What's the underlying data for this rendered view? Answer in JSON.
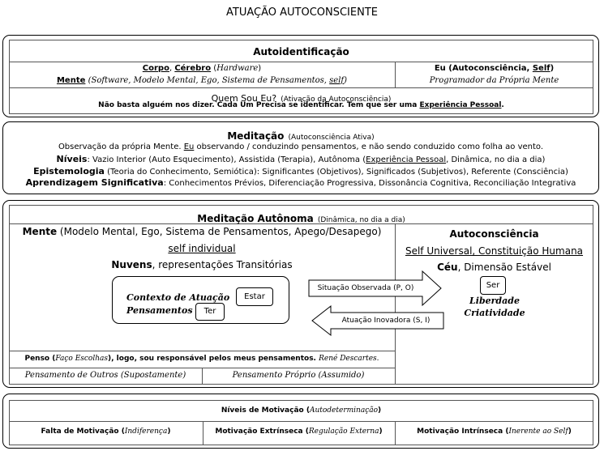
{
  "title": "ATUAÇÃO AUTOCONSCIENTE",
  "autoid": {
    "heading": "Autoidentificação",
    "left_line1": [
      "Corpo",
      ", ",
      "Cérebro",
      " (",
      "Hardware",
      ")"
    ],
    "left_line2": [
      "Mente",
      " (Software, Modelo Mental, Ego, Sistema de Pensamentos, ",
      "self",
      ")"
    ],
    "right_line1": [
      "Eu (Autoconsciência, ",
      "Self",
      ")"
    ],
    "right_line2": "Programador da Própria Mente",
    "question": "Quem Sou Eu?",
    "question_note": "(Ativação da Autoconsciência)",
    "bottom_text": "Não basta alguém nos dizer. Cada Um Precisa se identificar. Tem que ser uma ",
    "bottom_link": "Experiência Pessoal",
    "bottom_end": "."
  },
  "meditacao": {
    "heading": "Meditação",
    "heading_note": "(Autoconsciência Ativa)",
    "line1_a": "Observação da própria Mente. ",
    "line1_eu": "Eu",
    "line1_b": " observando / conduzindo pensamentos, e não sendo conduzido como folha ao vento.",
    "niveis_label": "Níveis",
    "niveis_a": ":  Vazio Interior (Auto Esquecimento), Assistida (Terapia), Autônoma (",
    "niveis_link": "Experiência Pessoal",
    "niveis_b": ", Dinâmica, no dia a dia)",
    "epist_label": "Epistemologia",
    "epist_text": " (Teoria do Conhecimento, Semiótica): Significantes (Objetivos), Significados (Subjetivos), Referente (Consciência)",
    "aprend_label": "Aprendizagem Significativa",
    "aprend_text": ": Conhecimentos Prévios, Diferenciação Progressiva, Dissonância Cognitiva, Reconciliação Integrativa"
  },
  "autonoma": {
    "heading": "Meditação Autônoma",
    "heading_note": "(Dinâmica, no dia a dia)",
    "mente_label": "Mente",
    "mente_text": " (Modelo Mental, Ego, Sistema de Pensamentos, Apego/Desapego)",
    "self_individual": "self individual",
    "nuvens_label": "Nuvens",
    "nuvens_text": ", representações Transitórias",
    "contexto_line1": "Contexto de Atuação",
    "contexto_line2": "Pensamentos",
    "estar": "Estar",
    "ter": "Ter",
    "arrow_right": "Situação Observada (P, O)",
    "arrow_left": "Atuação Inovadora (S, I)",
    "autoconsciencia": "Autoconsciência",
    "self_universal": "Self Universal, Constituição Humana",
    "ceu_label": "Céu",
    "ceu_text": ", Dimensão Estável",
    "ser": "Ser",
    "liberdade": "Liberdade",
    "criatividade": "Criatividade",
    "penso_a": "Penso (",
    "penso_hand": "Faço Escolhas",
    "penso_b": "), logo, sou responsável pelos meus pensamentos. ",
    "penso_author": "René Descartes.",
    "pens_outros": "Pensamento de Outros (Supostamente)",
    "pens_proprio": "Pensamento Próprio (Assumido)"
  },
  "motivacao": {
    "heading_a": "Níveis de Motivação (",
    "heading_hand": "Autodeterminação",
    "heading_b": ")",
    "col1_a": "Falta de Motivação (",
    "col1_hand": "Indiferença",
    "col1_b": ")",
    "col2_a": "Motivação Extrínseca (",
    "col2_hand": "Regulação Externa",
    "col2_b": ")",
    "col3_a": "Motivação Intrínseca (",
    "col3_hand": "Inerente ao Self",
    "col3_b": ")"
  }
}
